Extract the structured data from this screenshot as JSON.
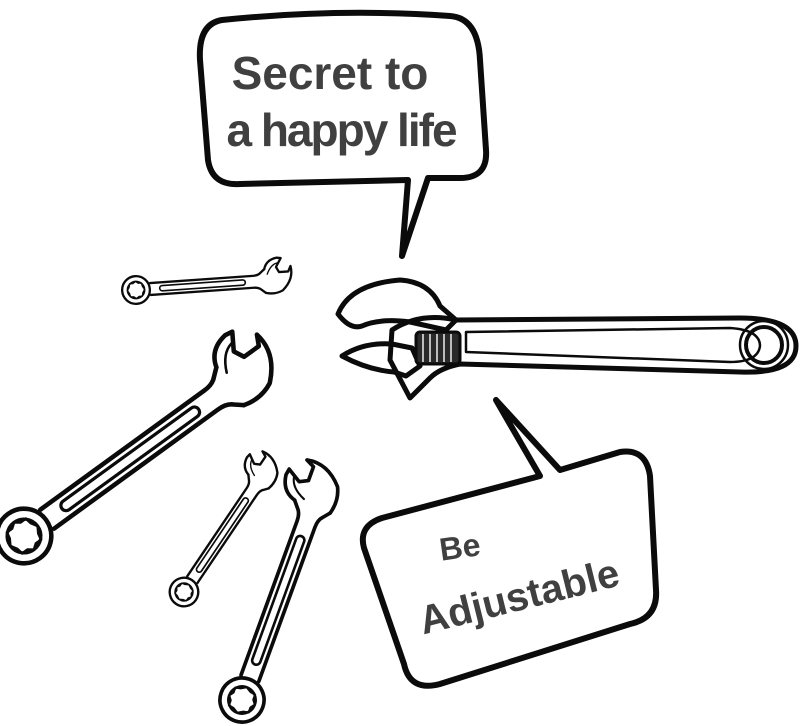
{
  "top_bubble": {
    "line1": "Secret to",
    "line2": "a happy life"
  },
  "bottom_bubble": {
    "line1": "Be",
    "line2": "Adjustable"
  },
  "colors": {
    "ink": "#0b0b0b",
    "text": "#404040",
    "background": "#ffffff"
  }
}
